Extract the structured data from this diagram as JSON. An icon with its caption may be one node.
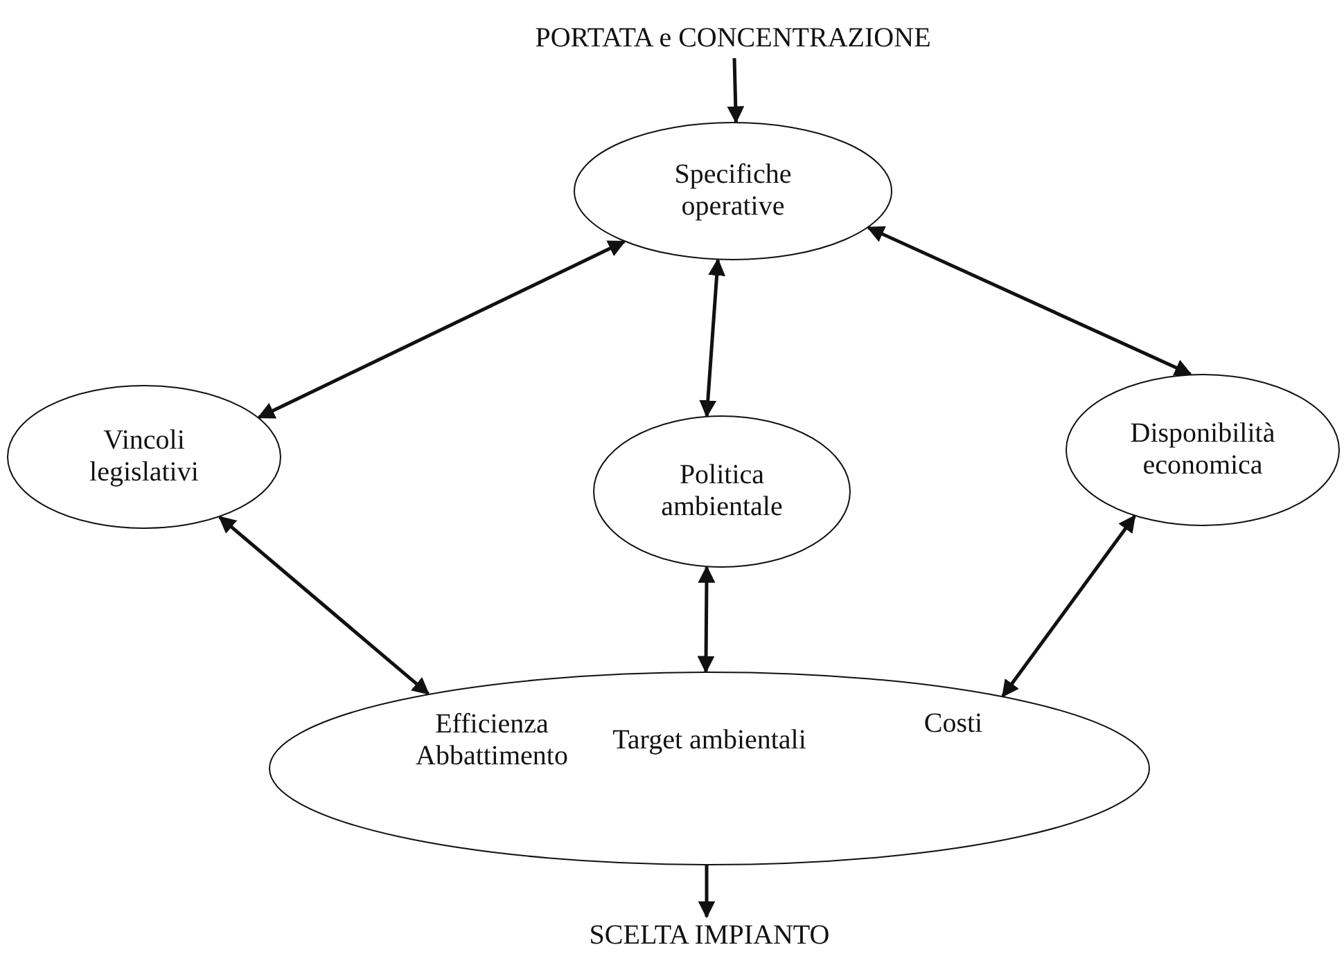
{
  "diagram": {
    "nodes": [
      {
        "text": [
          "PORTATA e CONCENTRAZIONE"
        ]
      },
      {
        "text": [
          "Specifiche operative"
        ]
      },
      {
        "text": [
          "Vincoli legislativi"
        ]
      },
      {
        "text": [
          "Politica ambientale"
        ]
      },
      {
        "text": [
          "Disponibilità economica"
        ]
      },
      {
        "text": [
          "Efficienza Abbattimento",
          "Target ambientali",
          "Costi"
        ]
      },
      {
        "text": [
          "SCELTA IMPIANTO"
        ]
      }
    ],
    "edges": [
      {
        "from": 0,
        "to": 1,
        "arrow": "to"
      },
      {
        "from": 1,
        "to": 2,
        "arrow": "both"
      },
      {
        "from": 1,
        "to": 3,
        "arrow": "both"
      },
      {
        "from": 1,
        "to": 4,
        "arrow": "both"
      },
      {
        "from": 2,
        "to": 5,
        "arrow": "both"
      },
      {
        "from": 3,
        "to": 5,
        "arrow": "both"
      },
      {
        "from": 4,
        "to": 5,
        "arrow": "both"
      },
      {
        "from": 5,
        "to": 6,
        "arrow": "to"
      }
    ]
  }
}
